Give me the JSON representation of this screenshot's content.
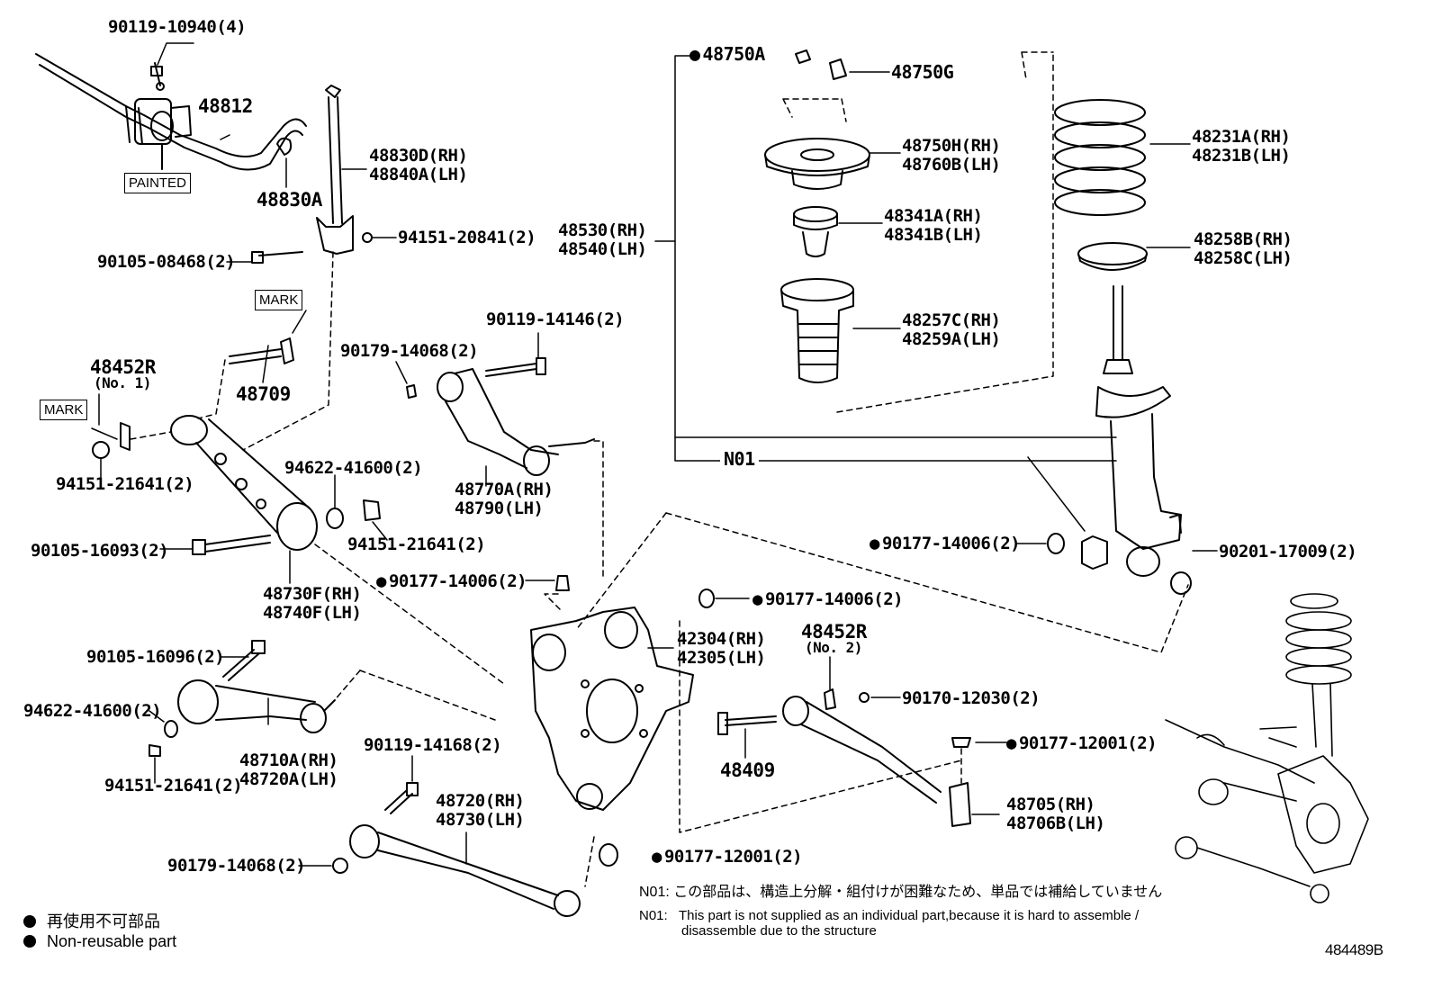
{
  "labels": {
    "p_90119_10940": "90119-10940(4)",
    "p_48812": "48812",
    "p_painted": "PAINTED",
    "p_48830A": "48830A",
    "p_48830D": "48830D(RH)",
    "p_48840A": "48840A(LH)",
    "p_90105_08468": "90105-08468(2)",
    "p_94151_20841": "94151-20841(2)",
    "p_mark_top": "MARK",
    "p_48452R": "48452R",
    "p_no1": "(No. 1)",
    "p_mark_left": "MARK",
    "p_48709": "48709",
    "p_94151_21641_a": "94151-21641(2)",
    "p_90179_14068_a": "90179-14068(2)",
    "p_90119_14146": "90119-14146(2)",
    "p_94622_41600_a": "94622-41600(2)",
    "p_48770A": "48770A(RH)",
    "p_48790": "48790(LH)",
    "p_94151_21641_b": "94151-21641(2)",
    "p_90105_16093": "90105-16093(2)",
    "p_48730F": "48730F(RH)",
    "p_48740F": "48740F(LH)",
    "p_90177_14006_a": "90177-14006(2)",
    "p_42304": "42304(RH)",
    "p_42305": "42305(LH)",
    "p_90177_14006_b": "90177-14006(2)",
    "p_48452R_2": "48452R",
    "p_no2": "(No. 2)",
    "p_90170_12030": "90170-12030(2)",
    "p_90105_16096": "90105-16096(2)",
    "p_94622_41600_b": "94622-41600(2)",
    "p_48710A": "48710A(RH)",
    "p_48720A": "48720A(LH)",
    "p_94151_21641_c": "94151-21641(2)",
    "p_90119_14168": "90119-14168(2)",
    "p_48720": "48720(RH)",
    "p_48730": "48730(LH)",
    "p_90179_14068_b": "90179-14068(2)",
    "p_48409": "48409",
    "p_90177_12001_a": "90177-12001(2)",
    "p_48705": "48705(RH)",
    "p_48706B": "48706B(LH)",
    "p_90177_12001_b": "90177-12001(2)",
    "p_48750A": "48750A",
    "p_48750G": "48750G",
    "p_48750H": "48750H(RH)",
    "p_48760B": "48760B(LH)",
    "p_48341A": "48341A(RH)",
    "p_48341B": "48341B(LH)",
    "p_48257C": "48257C(RH)",
    "p_48259A": "48259A(LH)",
    "p_48530": "48530(RH)",
    "p_48540": "48540(LH)",
    "p_48231A": "48231A(RH)",
    "p_48231B": "48231B(LH)",
    "p_48258B": "48258B(RH)",
    "p_48258C": "48258C(LH)",
    "p_N01": "N01",
    "p_90177_14006_c": "90177-14006(2)",
    "p_90201_17009": "90201-17009(2)"
  },
  "notes": {
    "n01_jp_tag": "N01:",
    "n01_jp": "この部品は、構造上分解・組付けが困難なため、単品では補給していません",
    "n01_en_tag": "N01:",
    "n01_en_1": "This part is not supplied as an individual part,because it is hard to assemble /",
    "n01_en_2": "disassemble due to the structure"
  },
  "legend": {
    "jp": "再使用不可部品",
    "en": "Non-reusable part"
  },
  "figure_id": "484489B"
}
